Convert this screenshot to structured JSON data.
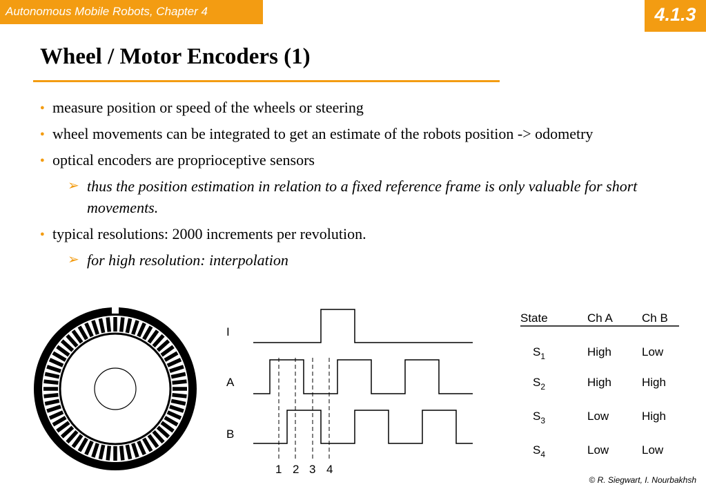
{
  "header": {
    "course": "Autonomous Mobile Robots, Chapter 4",
    "section": "4.1.3"
  },
  "slide": {
    "title": "Wheel / Motor Encoders (1)",
    "bullets": [
      {
        "level": 1,
        "text": "measure position or speed of the wheels or steering"
      },
      {
        "level": 1,
        "text": "wheel movements can be integrated to get an estimate of the robots position  -> odometry"
      },
      {
        "level": 1,
        "text": "optical encoders are proprioceptive sensors"
      },
      {
        "level": 2,
        "text": "thus the position estimation in relation to a fixed reference frame is only valuable for short movements."
      },
      {
        "level": 1,
        "text": "typical resolutions: 2000 increments per revolution."
      },
      {
        "level": 2,
        "text": "for high resolution: interpolation"
      }
    ]
  },
  "waveform": {
    "channel_labels": [
      "I",
      "A",
      "B"
    ],
    "step_labels": [
      "1",
      "2",
      "3",
      "4"
    ]
  },
  "state_table": {
    "headers": [
      "State",
      "Ch A",
      "Ch B"
    ],
    "rows": [
      {
        "state": "S",
        "sub": "1",
        "ch_a": "High",
        "ch_b": "Low"
      },
      {
        "state": "S",
        "sub": "2",
        "ch_a": "High",
        "ch_b": "High"
      },
      {
        "state": "S",
        "sub": "3",
        "ch_a": "Low",
        "ch_b": "High"
      },
      {
        "state": "S",
        "sub": "4",
        "ch_a": "Low",
        "ch_b": "Low"
      }
    ]
  },
  "footer": {
    "copyright": "© R. Siegwart, I. Nourbakhsh"
  },
  "colors": {
    "accent": "#f39c12"
  }
}
